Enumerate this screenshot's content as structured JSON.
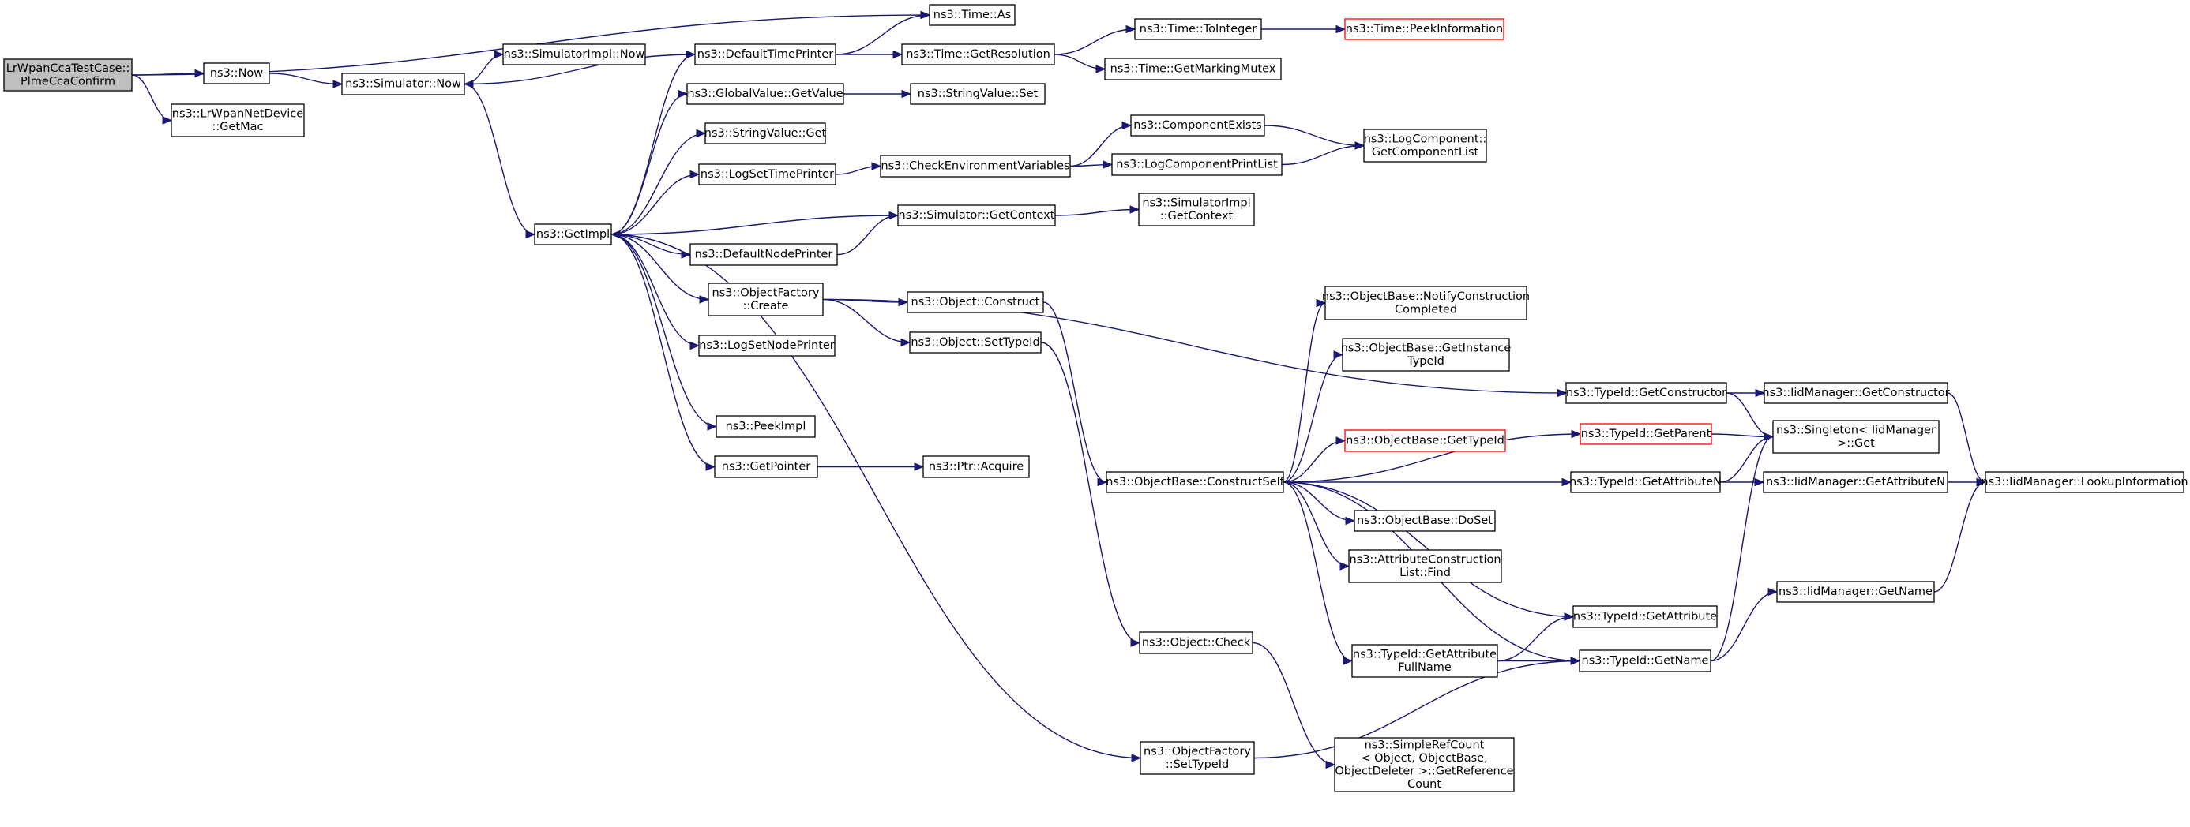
{
  "colors": {
    "edge": "#191970",
    "root_fill": "#bfbfbf",
    "highlight_border": "#ff0000",
    "node_border": "#000000"
  },
  "nodes": [
    {
      "id": "root",
      "lines": [
        "LrWpanCcaTestCase::",
        "PlmeCcaConfirm"
      ],
      "style": "root"
    },
    {
      "id": "now",
      "lines": [
        "ns3::Now"
      ]
    },
    {
      "id": "getmac",
      "lines": [
        "ns3::LrWpanNetDevice",
        "::GetMac"
      ]
    },
    {
      "id": "simnow",
      "lines": [
        "ns3::Simulator::Now"
      ]
    },
    {
      "id": "simimplnow",
      "lines": [
        "ns3::SimulatorImpl::Now"
      ]
    },
    {
      "id": "getimpl",
      "lines": [
        "ns3::GetImpl"
      ]
    },
    {
      "id": "timeas",
      "lines": [
        "ns3::Time::As"
      ]
    },
    {
      "id": "dtp",
      "lines": [
        "ns3::DefaultTimePrinter"
      ]
    },
    {
      "id": "gvget",
      "lines": [
        "ns3::GlobalValue::GetValue"
      ]
    },
    {
      "id": "svget",
      "lines": [
        "ns3::StringValue::Get"
      ]
    },
    {
      "id": "logstp",
      "lines": [
        "ns3::LogSetTimePrinter"
      ]
    },
    {
      "id": "simctx",
      "lines": [
        "ns3::Simulator::GetContext"
      ]
    },
    {
      "id": "dnp",
      "lines": [
        "ns3::DefaultNodePrinter"
      ]
    },
    {
      "id": "ofcreate",
      "lines": [
        "ns3::ObjectFactory",
        "::Create"
      ]
    },
    {
      "id": "logsnp",
      "lines": [
        "ns3::LogSetNodePrinter"
      ]
    },
    {
      "id": "peekimpl",
      "lines": [
        "ns3::PeekImpl"
      ]
    },
    {
      "id": "getptr",
      "lines": [
        "ns3::GetPointer"
      ]
    },
    {
      "id": "ofsettid",
      "lines": [
        "ns3::ObjectFactory",
        "::SetTypeId"
      ]
    },
    {
      "id": "getres",
      "lines": [
        "ns3::Time::GetResolution"
      ]
    },
    {
      "id": "svset",
      "lines": [
        "ns3::StringValue::Set"
      ]
    },
    {
      "id": "cev",
      "lines": [
        "ns3::CheckEnvironmentVariables"
      ]
    },
    {
      "id": "objconstruct",
      "lines": [
        "ns3::Object::Construct"
      ]
    },
    {
      "id": "objsettid",
      "lines": [
        "ns3::Object::SetTypeId"
      ]
    },
    {
      "id": "ptracq",
      "lines": [
        "ns3::Ptr::Acquire"
      ]
    },
    {
      "id": "toint",
      "lines": [
        "ns3::Time::ToInteger"
      ]
    },
    {
      "id": "getmm",
      "lines": [
        "ns3::Time::GetMarkingMutex"
      ]
    },
    {
      "id": "compexists",
      "lines": [
        "ns3::ComponentExists"
      ]
    },
    {
      "id": "lcpl",
      "lines": [
        "ns3::LogComponentPrintList"
      ]
    },
    {
      "id": "simimplctx",
      "lines": [
        "ns3::SimulatorImpl",
        "::GetContext"
      ]
    },
    {
      "id": "obcs",
      "lines": [
        "ns3::ObjectBase::ConstructSelf"
      ]
    },
    {
      "id": "objcheck",
      "lines": [
        "ns3::Object::Check"
      ]
    },
    {
      "id": "peekinfo",
      "lines": [
        "ns3::Time::PeekInformation"
      ],
      "style": "red"
    },
    {
      "id": "lcgcl",
      "lines": [
        "ns3::LogComponent::",
        "GetComponentList"
      ]
    },
    {
      "id": "obncc",
      "lines": [
        "ns3::ObjectBase::NotifyConstruction",
        "Completed"
      ]
    },
    {
      "id": "obgit",
      "lines": [
        "ns3::ObjectBase::GetInstance",
        "TypeId"
      ]
    },
    {
      "id": "obgtid",
      "lines": [
        "ns3::ObjectBase::GetTypeId"
      ],
      "style": "red"
    },
    {
      "id": "obdoset",
      "lines": [
        "ns3::ObjectBase::DoSet"
      ]
    },
    {
      "id": "acfind",
      "lines": [
        "ns3::AttributeConstruction",
        "List::Find"
      ]
    },
    {
      "id": "tidgafn",
      "lines": [
        "ns3::TypeId::GetAttribute",
        "FullName"
      ]
    },
    {
      "id": "srcgrc",
      "lines": [
        "ns3::SimpleRefCount",
        "< Object, ObjectBase,",
        "ObjectDeleter >::GetReference",
        "Count"
      ]
    },
    {
      "id": "tidgetctor",
      "lines": [
        "ns3::TypeId::GetConstructor"
      ]
    },
    {
      "id": "tidgetparent",
      "lines": [
        "ns3::TypeId::GetParent"
      ],
      "style": "red"
    },
    {
      "id": "tidgan",
      "lines": [
        "ns3::TypeId::GetAttributeN"
      ]
    },
    {
      "id": "tidga",
      "lines": [
        "ns3::TypeId::GetAttribute"
      ]
    },
    {
      "id": "tidgetname",
      "lines": [
        "ns3::TypeId::GetName"
      ]
    },
    {
      "id": "iidgetctor",
      "lines": [
        "ns3::IidManager::GetConstructor"
      ]
    },
    {
      "id": "singleton",
      "lines": [
        "ns3::Singleton< IidManager",
        " >::Get"
      ]
    },
    {
      "id": "iidgan",
      "lines": [
        "ns3::IidManager::GetAttributeN"
      ]
    },
    {
      "id": "iidgetname",
      "lines": [
        "ns3::IidManager::GetName"
      ]
    },
    {
      "id": "iidlookup",
      "lines": [
        "ns3::IidManager::LookupInformation"
      ]
    }
  ],
  "edges": [
    [
      "root",
      "timeas"
    ],
    [
      "root",
      "now"
    ],
    [
      "root",
      "getmac"
    ],
    [
      "now",
      "simnow"
    ],
    [
      "simnow",
      "simimplnow"
    ],
    [
      "simnow",
      "getimpl"
    ],
    [
      "dtp",
      "simnow"
    ],
    [
      "dtp",
      "timeas"
    ],
    [
      "dtp",
      "getres"
    ],
    [
      "getimpl",
      "dtp"
    ],
    [
      "getimpl",
      "gvget"
    ],
    [
      "getimpl",
      "svget"
    ],
    [
      "getimpl",
      "logstp"
    ],
    [
      "getimpl",
      "dnp"
    ],
    [
      "getimpl",
      "ofcreate"
    ],
    [
      "getimpl",
      "logsnp"
    ],
    [
      "getimpl",
      "peekimpl"
    ],
    [
      "getimpl",
      "getptr"
    ],
    [
      "getimpl",
      "ofsettid"
    ],
    [
      "simctx",
      "getimpl"
    ],
    [
      "simctx",
      "simimplctx"
    ],
    [
      "dnp",
      "simctx"
    ],
    [
      "gvget",
      "svset"
    ],
    [
      "logstp",
      "cev"
    ],
    [
      "cev",
      "compexists"
    ],
    [
      "cev",
      "lcpl"
    ],
    [
      "compexists",
      "lcgcl"
    ],
    [
      "lcpl",
      "lcgcl"
    ],
    [
      "getres",
      "toint"
    ],
    [
      "getres",
      "getmm"
    ],
    [
      "toint",
      "peekinfo"
    ],
    [
      "getptr",
      "ptracq"
    ],
    [
      "ofcreate",
      "objconstruct"
    ],
    [
      "ofcreate",
      "objsettid"
    ],
    [
      "ofcreate",
      "tidgetctor"
    ],
    [
      "objconstruct",
      "obcs"
    ],
    [
      "objsettid",
      "objcheck"
    ],
    [
      "objcheck",
      "srcgrc"
    ],
    [
      "ofsettid",
      "tidgetname"
    ],
    [
      "obcs",
      "obncc"
    ],
    [
      "obcs",
      "obgit"
    ],
    [
      "obcs",
      "tidgetparent"
    ],
    [
      "obcs",
      "obgtid"
    ],
    [
      "obcs",
      "tidgan"
    ],
    [
      "obcs",
      "obdoset"
    ],
    [
      "obcs",
      "acfind"
    ],
    [
      "obcs",
      "tidga"
    ],
    [
      "obcs",
      "tidgafn"
    ],
    [
      "obcs",
      "tidgetname"
    ],
    [
      "tidgafn",
      "tidga"
    ],
    [
      "tidgafn",
      "tidgetname"
    ],
    [
      "tidgetctor",
      "iidgetctor"
    ],
    [
      "tidgetctor",
      "singleton"
    ],
    [
      "tidgetparent",
      "singleton"
    ],
    [
      "tidgan",
      "iidgan"
    ],
    [
      "tidgan",
      "singleton"
    ],
    [
      "tidgetname",
      "singleton"
    ],
    [
      "tidgetname",
      "iidgetname"
    ],
    [
      "iidgetctor",
      "iidlookup"
    ],
    [
      "iidgan",
      "iidlookup"
    ],
    [
      "iidgetname",
      "iidlookup"
    ]
  ]
}
